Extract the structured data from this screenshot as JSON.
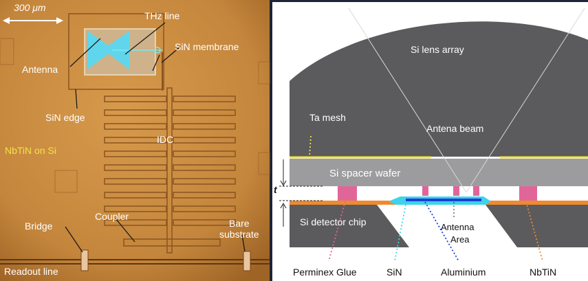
{
  "photo": {
    "scale_label": "300 μm",
    "thz_line": "THz line",
    "sin_membrane": "SiN membrane",
    "antenna": "Antenna",
    "sin_edge": "SiN edge",
    "idc": "IDC",
    "nbtin_on_si": "NbTiN on Si",
    "coupler": "Coupler",
    "bridge": "Bridge",
    "bare_substrate_line1": "Bare",
    "bare_substrate_line2": "substrate",
    "readout_line": "Readout line"
  },
  "cross_section": {
    "lens_array": "Si lens array",
    "ta_mesh": "Ta mesh",
    "antenna_beam": "Antena beam",
    "spacer_wafer": "Si spacer wafer",
    "thickness": "t",
    "detector_chip": "Si detector chip",
    "antenna_area_line1": "Antenna",
    "antenna_area_line2": "Area"
  },
  "legend": {
    "perminex_glue": "Perminex Glue",
    "sin": "SiN",
    "aluminium": "Aluminium",
    "nbtin": "NbTiN"
  },
  "colors": {
    "substrate": "#c98b3e",
    "lens": "#5b5b5d",
    "spacer": "#9c9c9e",
    "glue": "#e0669a",
    "sin": "#3fd3ea",
    "aluminium": "#1b3fd6",
    "nbtin": "#ef8a2f",
    "ta_mesh": "#f1e34a"
  }
}
